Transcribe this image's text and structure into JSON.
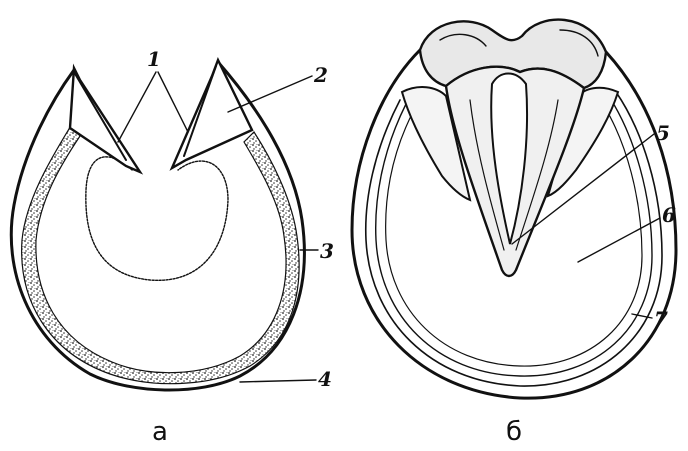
{
  "figures": [
    {
      "caption": "а",
      "callouts": [
        "1",
        "2",
        "3",
        "4"
      ]
    },
    {
      "caption": "б",
      "callouts": [
        "5",
        "6",
        "7"
      ]
    }
  ],
  "colors": {
    "ink": "#111111",
    "background": "#ffffff"
  }
}
